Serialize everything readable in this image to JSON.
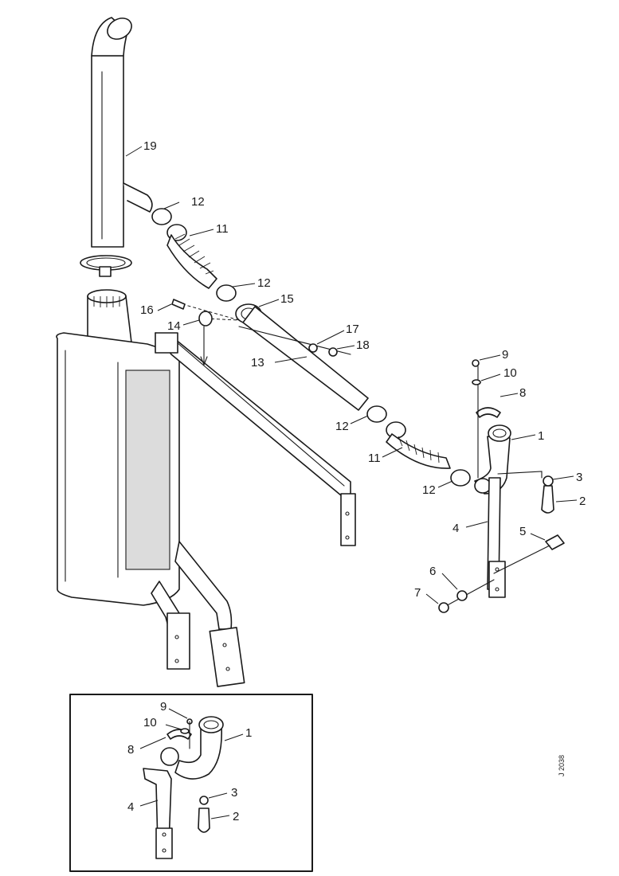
{
  "callouts": {
    "c19": "19",
    "c12a": "12",
    "c11a": "11",
    "c12b": "12",
    "c15": "15",
    "c16": "16",
    "c14": "14",
    "c17": "17",
    "c18": "18",
    "c13": "13",
    "c12c": "12",
    "c11b": "11",
    "c12d": "12",
    "c9": "9",
    "c10": "10",
    "c8": "8",
    "c1": "1",
    "c3": "3",
    "c2": "2",
    "c4": "4",
    "c5": "5",
    "c6": "6",
    "c7": "7"
  },
  "inset_callouts": {
    "c9": "9",
    "c10": "10",
    "c8": "8",
    "c1": "1",
    "c3": "3",
    "c2": "2",
    "c4": "4"
  },
  "drawing_number": "J 2038"
}
